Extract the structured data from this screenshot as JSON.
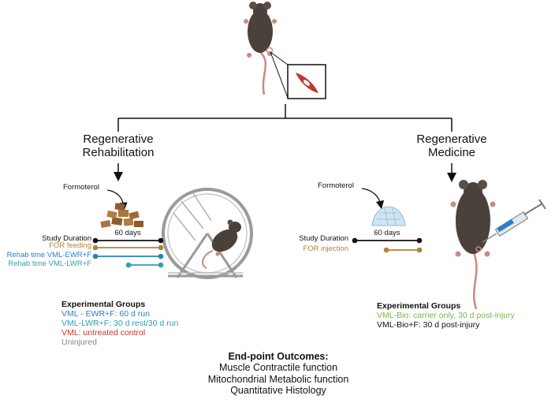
{
  "branches": {
    "left_heading": [
      "Regenerative",
      "Rehabilitation"
    ],
    "right_heading": [
      "Regenerative",
      "Medicine"
    ]
  },
  "left": {
    "drug_label": "Formoterol",
    "duration_label": "60 days",
    "timeline_rows": [
      {
        "label": "Study Duration",
        "color": "#111111"
      },
      {
        "label": "FOR feeding",
        "color": "#b5813a"
      },
      {
        "label": "Rehab time VML-EWR+F",
        "color": "#2f7ec1"
      },
      {
        "label": "Rehab time VML-LWR+F",
        "color": "#2f9fae"
      }
    ],
    "groups_title": "Experimental Groups",
    "groups": [
      {
        "text": "VML - EWR+F: 60 d run",
        "color": "#2f7ec1"
      },
      {
        "text": "VML-LWR+F: 30 d rest/30 d run",
        "color": "#2f9fae"
      },
      {
        "text": "VML: untreated control",
        "color": "#c0392b"
      },
      {
        "text": "Uninjured",
        "color": "#888888"
      }
    ]
  },
  "right": {
    "drug_label": "Formoterol",
    "duration_label": "60 days",
    "timeline_rows": [
      {
        "label": "Study Duration",
        "color": "#111111"
      },
      {
        "label": "FOR injection",
        "color": "#b5813a"
      }
    ],
    "groups_title": "Experimental Groups",
    "groups": [
      {
        "text": "VML-Bio: carrier only, 30 d post-injury",
        "color": "#7ab648"
      },
      {
        "text": "VML-Bio+F: 30 d post-injury",
        "color": "#111111"
      }
    ]
  },
  "outcomes": {
    "title": "End-point Outcomes:",
    "items": [
      "Muscle Contractile function",
      "Mitochondrial Metabolic function",
      "Quantitative Histology"
    ]
  }
}
